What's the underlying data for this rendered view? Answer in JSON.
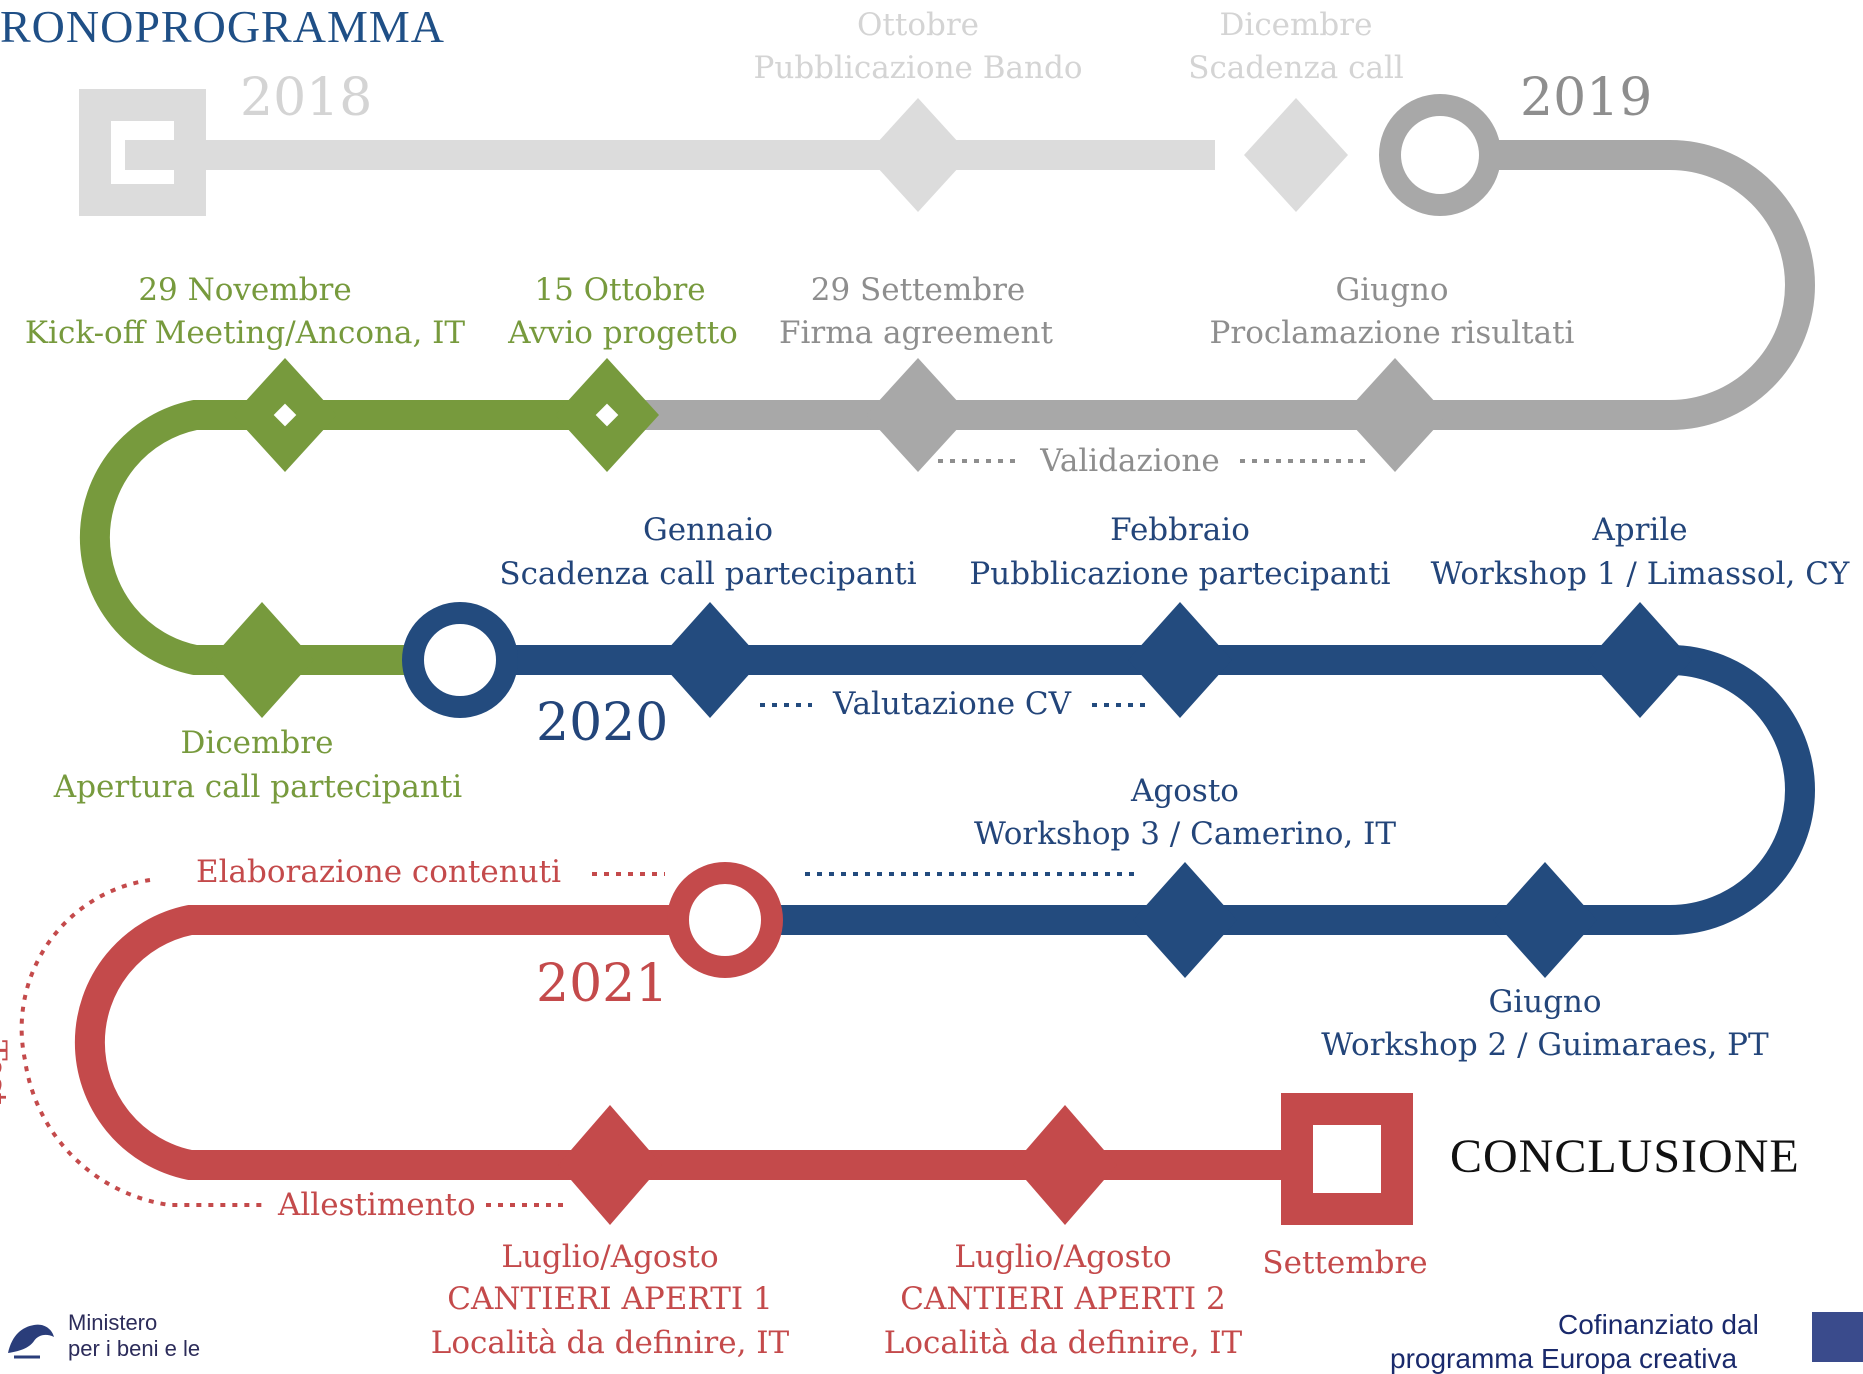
{
  "title": "RONOPROGRAMMA",
  "colors": {
    "track_2018": "#dcdcdc",
    "track_2019": "#a8a8a8",
    "track_2020": "#234b7e",
    "track_green": "#779a3d",
    "track_2021": "#c44a4b"
  },
  "years": {
    "y2018": "2018",
    "y2019": "2019",
    "y2020": "2020",
    "y2021": "2021"
  },
  "milestones": {
    "ottobre": {
      "month": "Ottobre",
      "event": "Pubblicazione Bando"
    },
    "dicembre_2018": {
      "month": "Dicembre",
      "event": "Scadenza call"
    },
    "novembre": {
      "month": "29 Novembre",
      "event": "Kick-off Meeting/Ancona, IT"
    },
    "ottobre_15": {
      "month": "15 Ottobre",
      "event": "Avvio progetto"
    },
    "settembre_29": {
      "month": "29 Settembre",
      "event": "Firma agreement"
    },
    "giugno_2019": {
      "month": "Giugno",
      "event": "Proclamazione risultati"
    },
    "dicembre_2019": {
      "month": "Dicembre",
      "event": "Apertura call partecipanti"
    },
    "gennaio": {
      "month": "Gennaio",
      "event": "Scadenza call partecipanti"
    },
    "febbraio": {
      "month": "Febbraio",
      "event": "Pubblicazione partecipanti"
    },
    "aprile": {
      "month": "Aprile",
      "event": "Workshop 1 / Limassol, CY"
    },
    "agosto": {
      "month": "Agosto",
      "event": "Workshop 3 / Camerino, IT"
    },
    "giugno_2020": {
      "month": "Giugno",
      "event": "Workshop 2 / Guimaraes, PT"
    },
    "cantieri_1": {
      "month": "Luglio/Agosto",
      "event": "CANTIERI APERTI 1",
      "place": "Località da definire, IT"
    },
    "cantieri_2": {
      "month": "Luglio/Agosto",
      "event": "CANTIERI APERTI 2",
      "place": "Località da definire, IT"
    },
    "settembre_2021": {
      "month": "Settembre"
    }
  },
  "phases": {
    "validazione": "Validazione",
    "valutazione": "Valutazione CV",
    "elaborazione": "Elaborazione contenuti",
    "test": "Test",
    "allestimento": "Allestimento"
  },
  "conclusione": "CONCLUSIONE",
  "footer": {
    "ministry_line1": "Ministero",
    "ministry_line2": "per i beni e le",
    "cofinanziato_line1": "Cofinanziato dal",
    "cofinanziato_line2": "programma Europa creativa"
  }
}
